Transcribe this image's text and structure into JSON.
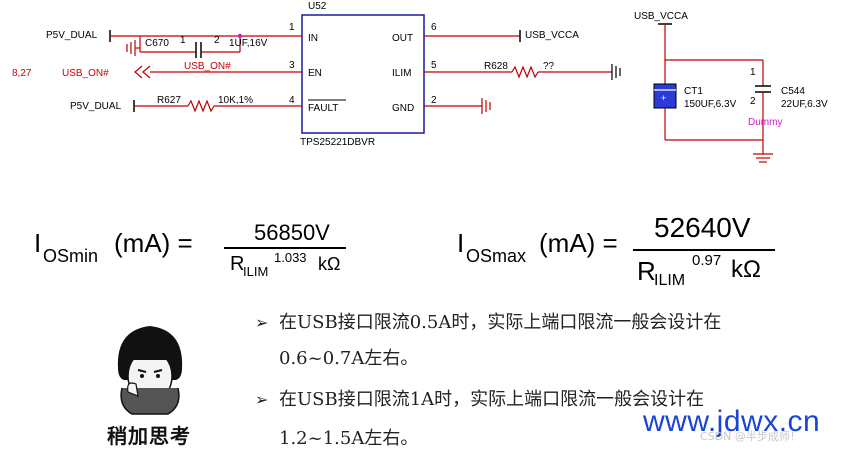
{
  "schematic": {
    "ic": {
      "ref": "U52",
      "part": "TPS25221DBVR"
    },
    "pins": [
      {
        "num": "1",
        "name": "IN"
      },
      {
        "num": "3",
        "name": "EN"
      },
      {
        "num": "4",
        "name": "FAULT"
      },
      {
        "num": "6",
        "name": "OUT"
      },
      {
        "num": "5",
        "name": "ILIM"
      },
      {
        "num": "2",
        "name": "GND"
      }
    ],
    "nets": {
      "p5v_dual_top": "P5V_DUAL",
      "p5v_dual_bottom": "P5V_DUAL",
      "usb_on_ref": "8,27",
      "usb_on_port": "USB_ON#",
      "usb_on_wire": "USB_ON#",
      "usb_vcca_out": "USB_VCCA",
      "usb_vcca_top": "USB_VCCA"
    },
    "components": {
      "c670": {
        "ref": "C670",
        "pin1": "1",
        "pin2": "2",
        "value": "1UF,16V"
      },
      "r627": {
        "ref": "R627",
        "value": "10K,1%"
      },
      "r628": {
        "ref": "R628",
        "value": "??"
      },
      "ct1": {
        "ref": "CT1",
        "value": "150UF,6.3V",
        "polarity": "+"
      },
      "c544": {
        "ref": "C544",
        "pin1": "1",
        "pin2": "2",
        "value": "22UF,6.3V",
        "note": "Dummy"
      }
    }
  },
  "formulas": {
    "min": {
      "lhs_main": "I",
      "lhs_sub": "OSmin",
      "lhs_unit": "(mA) =",
      "numerator": "56850V",
      "den_main": "R",
      "den_sub": "ILIM",
      "den_exp": "1.033",
      "den_unit": "kΩ"
    },
    "max": {
      "lhs_main": "I",
      "lhs_sub": "OSmax",
      "lhs_unit": "(mA) =",
      "numerator": "52640V",
      "den_main": "R",
      "den_sub": "ILIM",
      "den_exp": "0.97",
      "den_unit": "kΩ"
    }
  },
  "bullets": [
    {
      "line1": "在USB接口限流0.5A时，实际上端口限流一般会设计在",
      "line2": "0.6~0.7A左右。"
    },
    {
      "line1": "在USB接口限流1A时，实际上端口限流一般会设计在",
      "line2": "1.2~1.5A左右。"
    }
  ],
  "meme": {
    "caption": "稍加思考"
  },
  "watermarks": {
    "site": "www.jdwx.cn",
    "csdn": "CSDN @半步成师！"
  },
  "colors": {
    "wire": "#c00000",
    "net_red": "#cc0000",
    "pin_dot": "#d01ad0",
    "ic_border": "#1a1aa0",
    "site_blue": "#1a44d6"
  }
}
